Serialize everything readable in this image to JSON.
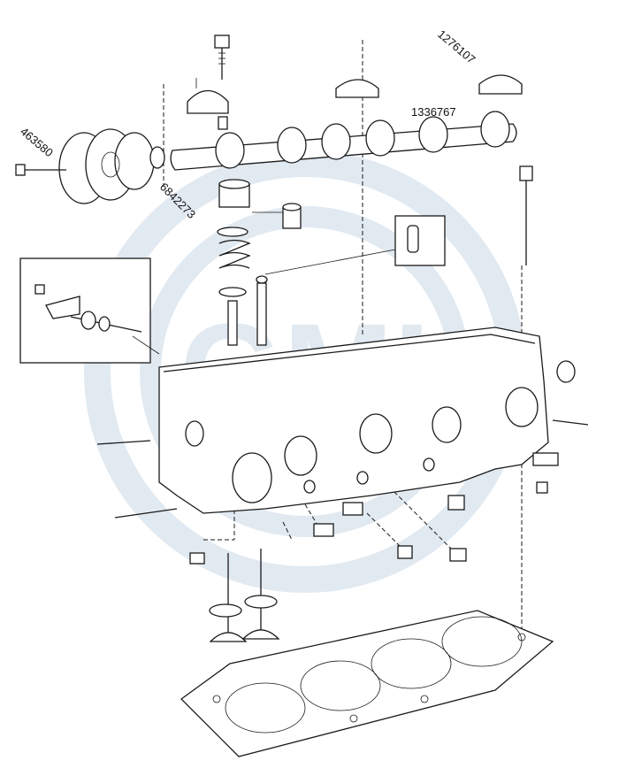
{
  "watermark": {
    "text": "GMI",
    "color": "#dce6ef"
  },
  "diagram": {
    "labels": [
      {
        "id": "cam-bearing-cap",
        "text": "1276107"
      },
      {
        "id": "camshaft",
        "text": "1336767"
      },
      {
        "id": "cam-pulley",
        "text": "463580"
      },
      {
        "id": "cam-seal",
        "text": "6842273"
      }
    ]
  }
}
